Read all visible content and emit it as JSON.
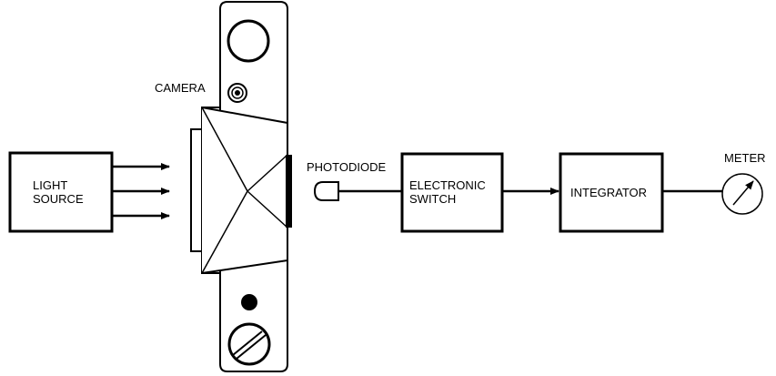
{
  "labels": {
    "light_source_line1": "LIGHT",
    "light_source_line2": "SOURCE",
    "camera": "CAMERA",
    "photodiode": "PHOTODIODE",
    "electronic_switch_line1": "ELECTRONIC",
    "electronic_switch_line2": "SWITCH",
    "integrator": "INTEGRATOR",
    "meter": "METER"
  },
  "colors": {
    "stroke": "#000000",
    "background": "#ffffff"
  }
}
